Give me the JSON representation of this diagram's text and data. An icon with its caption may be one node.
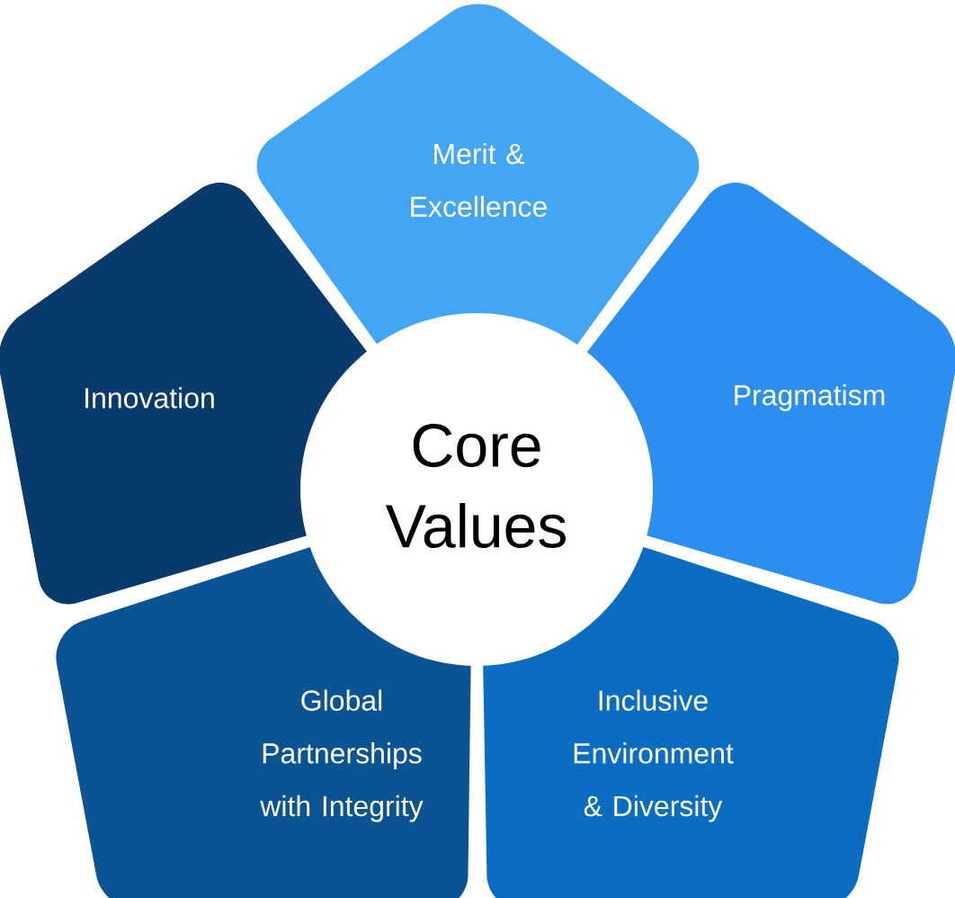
{
  "diagram": {
    "nodes": [
      {
        "text": [
          "Merit & Excellence"
        ]
      },
      {
        "text": [
          "Innovation"
        ]
      },
      {
        "text": [
          "Core Values"
        ]
      },
      {
        "text": [
          "Pragmatism"
        ]
      },
      {
        "text": [
          "Global Partnerships with Integrity"
        ]
      },
      {
        "text": [
          "Inclusive Environment & Diversity"
        ]
      }
    ]
  }
}
